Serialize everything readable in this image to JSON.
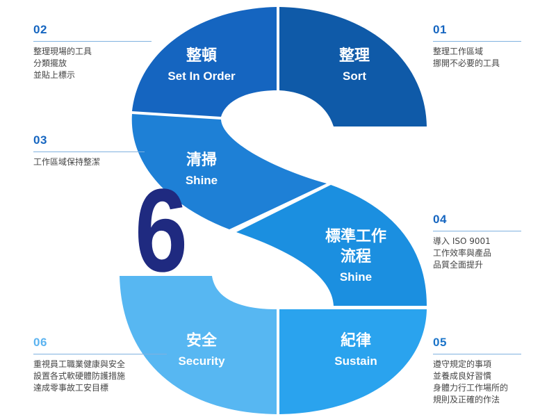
{
  "big_label": "6",
  "segments": [
    {
      "title": "整理",
      "subtitle": "Sort",
      "color": "#0f5aa8"
    },
    {
      "title": "整頓",
      "subtitle": "Set In Order",
      "color": "#1565c0"
    },
    {
      "title": "清掃",
      "subtitle": "Shine",
      "color": "#1e80d6"
    },
    {
      "title_line1": "標準工作",
      "title_line2": "流程",
      "subtitle": "Shine",
      "color": "#1b8fe0"
    },
    {
      "title": "紀律",
      "subtitle": "Sustain",
      "color": "#2aa3ee"
    },
    {
      "title": "安全",
      "subtitle": "Security",
      "color": "#57b7f2"
    }
  ],
  "callouts": [
    {
      "num": "01",
      "text": "整理工作區域\n挪開不必要的工具"
    },
    {
      "num": "02",
      "text": "整理現場的工具\n分類擺放\n並貼上標示"
    },
    {
      "num": "03",
      "text": "工作區域保持整潔"
    },
    {
      "num": "04",
      "text": "導入 ISO 9001\n工作效率與產品\n品質全面提升"
    },
    {
      "num": "05",
      "text": "遵守規定的事項\n並養成良好習慣\n身體力行工作場所的\n規則及正確的作法"
    },
    {
      "num": "06",
      "text": "重視員工職業健康與安全\n設置各式軟硬體防護措施\n達成零事故工安目標"
    }
  ]
}
